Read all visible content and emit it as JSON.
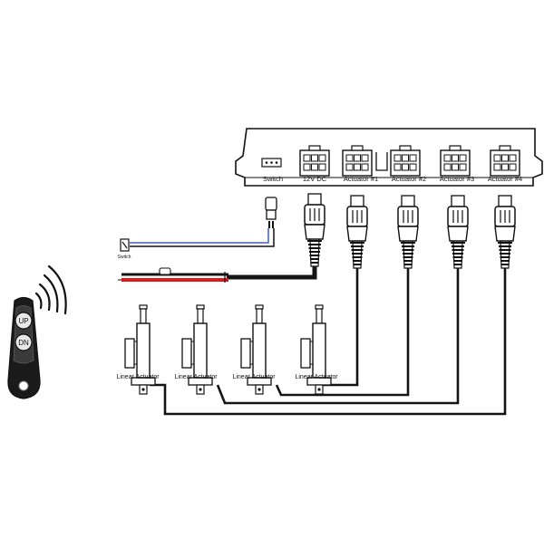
{
  "control_box": {
    "ports": [
      {
        "id": "switch",
        "label": "Switch"
      },
      {
        "id": "power",
        "label": "12V DC"
      },
      {
        "id": "act1",
        "label": "Actuator #1"
      },
      {
        "id": "act2",
        "label": "Actuator #2"
      },
      {
        "id": "act3",
        "label": "Actuator #3"
      },
      {
        "id": "act4",
        "label": "Actuator #4"
      }
    ]
  },
  "switch_label": "Switch",
  "remote": {
    "up_label": "UP",
    "down_label": "DN"
  },
  "actuators": [
    {
      "label": "Linear Actuator"
    },
    {
      "label": "Linear Actuator"
    },
    {
      "label": "Linear Actuator"
    },
    {
      "label": "Linear Actuator"
    }
  ],
  "colors": {
    "line": "#111111",
    "blue_wire": "#3a5ad8",
    "red_wire": "#e01818",
    "black_wire": "#141414"
  }
}
